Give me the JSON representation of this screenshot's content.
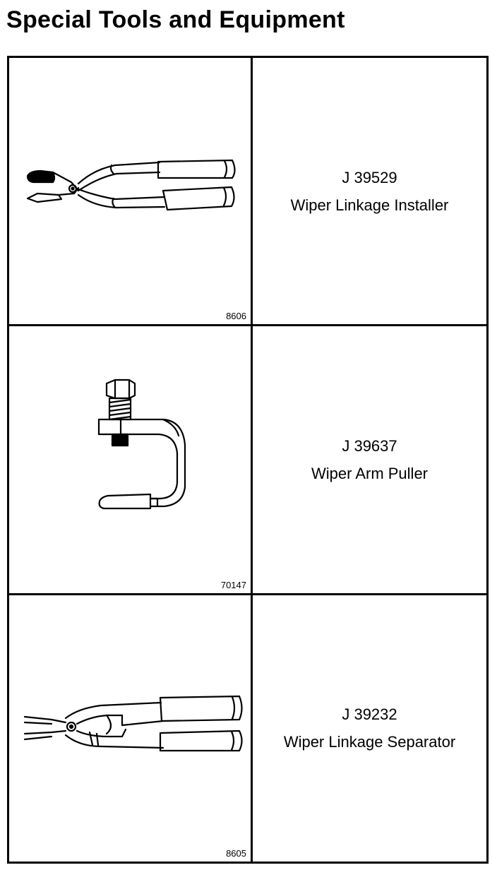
{
  "page": {
    "title": "Special Tools and Equipment"
  },
  "tools": [
    {
      "part_number": "J 39529",
      "name": "Wiper Linkage Installer",
      "figure_number": "8606",
      "illustration": "wiper-linkage-installer-illustration"
    },
    {
      "part_number": "J 39637",
      "name": "Wiper Arm Puller",
      "figure_number": "70147",
      "illustration": "wiper-arm-puller-illustration"
    },
    {
      "part_number": "J 39232",
      "name": "Wiper Linkage Separator",
      "figure_number": "8605",
      "illustration": "wiper-linkage-separator-illustration"
    }
  ]
}
